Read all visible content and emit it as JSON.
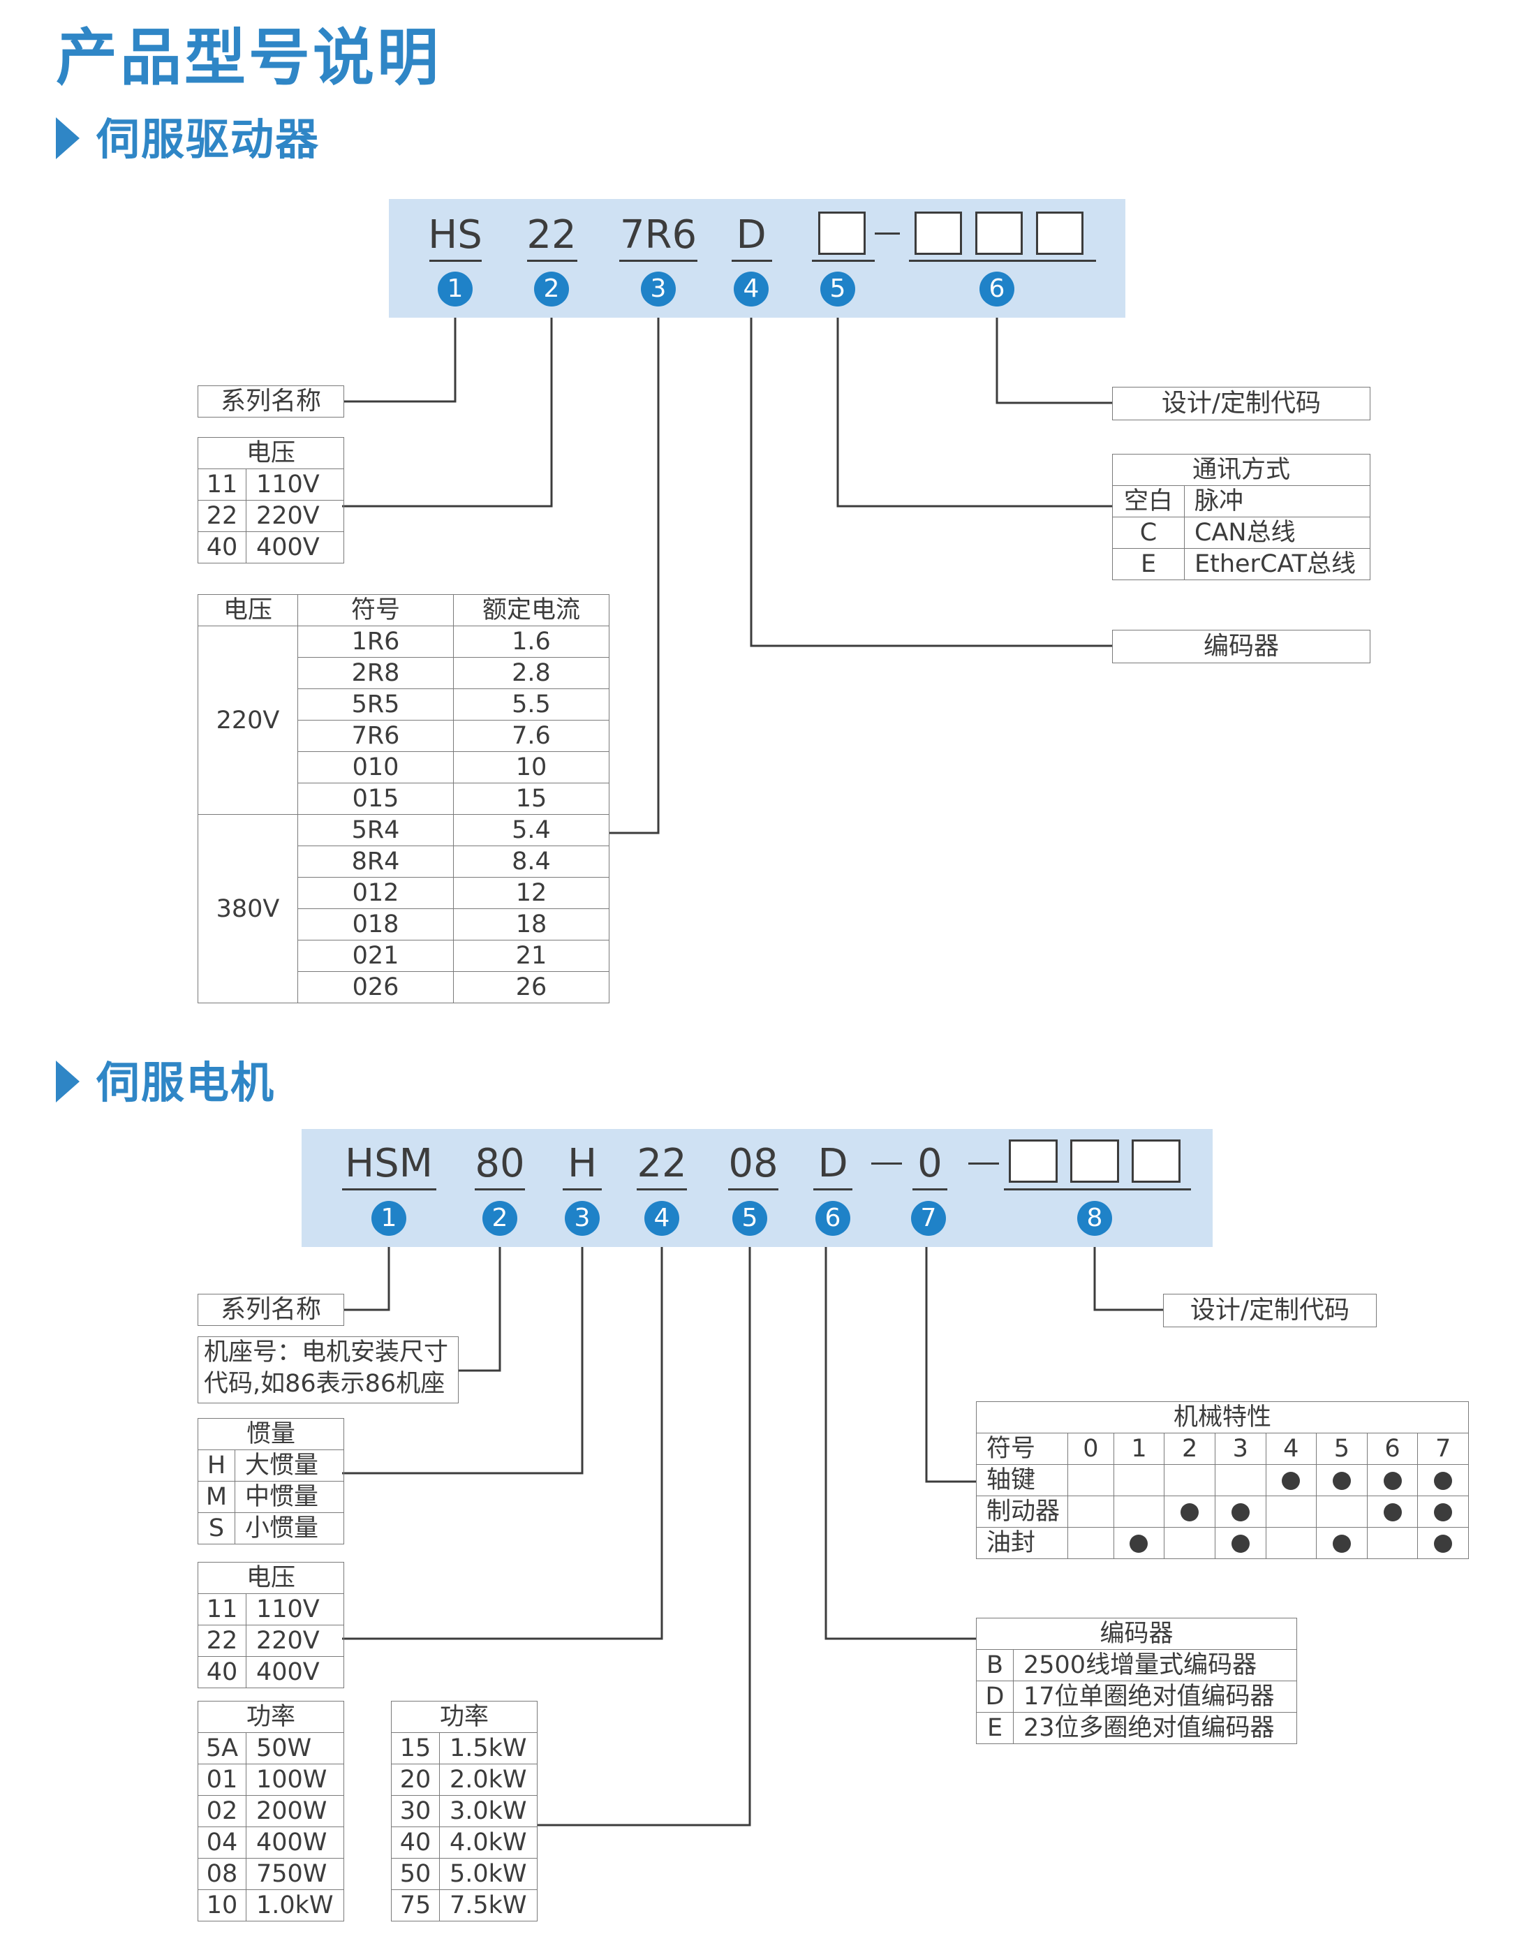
{
  "title": "产品型号说明",
  "driver": {
    "heading": "伺服驱动器",
    "codes": [
      "HS",
      "22",
      "7R6",
      "D"
    ],
    "numbers": [
      "1",
      "2",
      "3",
      "4",
      "5",
      "6"
    ],
    "series_label": "系列名称",
    "voltage": {
      "header": "电压",
      "rows": [
        [
          "11",
          "110V"
        ],
        [
          "22",
          "220V"
        ],
        [
          "40",
          "400V"
        ]
      ]
    },
    "current": {
      "headers": [
        "电压",
        "符号",
        "额定电流"
      ],
      "groups": [
        {
          "voltage": "220V",
          "rows": [
            [
              "1R6",
              "1.6"
            ],
            [
              "2R8",
              "2.8"
            ],
            [
              "5R5",
              "5.5"
            ],
            [
              "7R6",
              "7.6"
            ],
            [
              "010",
              "10"
            ],
            [
              "015",
              "15"
            ]
          ]
        },
        {
          "voltage": "380V",
          "rows": [
            [
              "5R4",
              "5.4"
            ],
            [
              "8R4",
              "8.4"
            ],
            [
              "012",
              "12"
            ],
            [
              "018",
              "18"
            ],
            [
              "021",
              "21"
            ],
            [
              "026",
              "26"
            ]
          ]
        }
      ]
    },
    "design_label": "设计/定制代码",
    "comm": {
      "header": "通讯方式",
      "rows": [
        [
          "空白",
          "脉冲"
        ],
        [
          "C",
          "CAN总线"
        ],
        [
          "E",
          "EtherCAT总线"
        ]
      ]
    },
    "encoder_label": "编码器"
  },
  "motor": {
    "heading": "伺服电机",
    "codes": [
      "HSM",
      "80",
      "H",
      "22",
      "08",
      "D",
      "0"
    ],
    "numbers": [
      "1",
      "2",
      "3",
      "4",
      "5",
      "6",
      "7",
      "8"
    ],
    "series_label": "系列名称",
    "base_note_1": "机座号：电机安装尺寸",
    "base_note_2": "代码,如86表示86机座",
    "inertia": {
      "header": "惯量",
      "rows": [
        [
          "H",
          "大惯量"
        ],
        [
          "M",
          "中惯量"
        ],
        [
          "S",
          "小惯量"
        ]
      ]
    },
    "voltage": {
      "header": "电压",
      "rows": [
        [
          "11",
          "110V"
        ],
        [
          "22",
          "220V"
        ],
        [
          "40",
          "400V"
        ]
      ]
    },
    "power1": {
      "header": "功率",
      "rows": [
        [
          "5A",
          "50W"
        ],
        [
          "01",
          "100W"
        ],
        [
          "02",
          "200W"
        ],
        [
          "04",
          "400W"
        ],
        [
          "08",
          "750W"
        ],
        [
          "10",
          "1.0kW"
        ]
      ]
    },
    "power2": {
      "header": "功率",
      "rows": [
        [
          "15",
          "1.5kW"
        ],
        [
          "20",
          "2.0kW"
        ],
        [
          "30",
          "3.0kW"
        ],
        [
          "40",
          "4.0kW"
        ],
        [
          "50",
          "5.0kW"
        ],
        [
          "75",
          "7.5kW"
        ]
      ]
    },
    "design_label": "设计/定制代码",
    "mech": {
      "header": "机械特性",
      "symbol_label": "符号",
      "columns": [
        "0",
        "1",
        "2",
        "3",
        "4",
        "5",
        "6",
        "7"
      ],
      "rows": [
        {
          "name": "轴键",
          "marks": [
            0,
            0,
            0,
            0,
            1,
            1,
            1,
            1
          ]
        },
        {
          "name": "制动器",
          "marks": [
            0,
            0,
            1,
            1,
            0,
            0,
            1,
            1
          ]
        },
        {
          "name": "油封",
          "marks": [
            0,
            1,
            0,
            1,
            0,
            1,
            0,
            1
          ]
        }
      ]
    },
    "encoder": {
      "header": "编码器",
      "rows": [
        [
          "B",
          "2500线增量式编码器"
        ],
        [
          "D",
          "17位单圈绝对值编码器"
        ],
        [
          "E",
          "23位多圈绝对值编码器"
        ]
      ]
    }
  }
}
